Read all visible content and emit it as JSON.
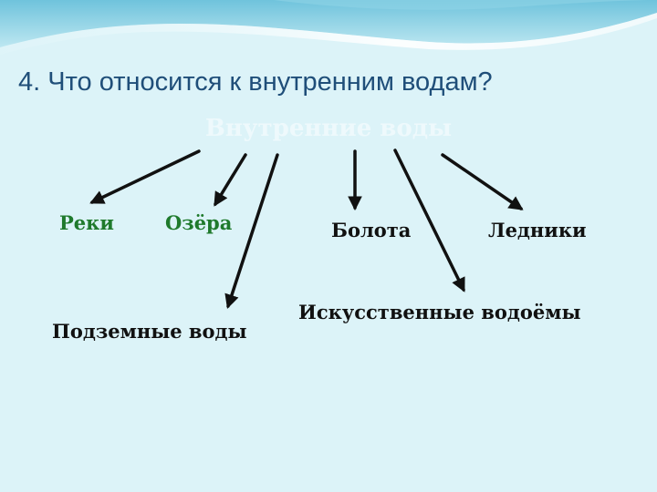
{
  "slide": {
    "question": "4. Что относится к внутренним водам?",
    "root_label": "Внутренние воды"
  },
  "nodes": {
    "rivers": "Реки",
    "lakes": "Озёра",
    "groundwater": "Подземные воды",
    "swamps": "Болота",
    "glaciers": "Ледники",
    "reservoirs": "Искусственные водоёмы"
  },
  "colors": {
    "background": "#dcf3f8",
    "question_text": "#1f4e79",
    "green_labels": "#1f7a2c",
    "dark_labels": "#111111",
    "arrow": "#111111"
  }
}
